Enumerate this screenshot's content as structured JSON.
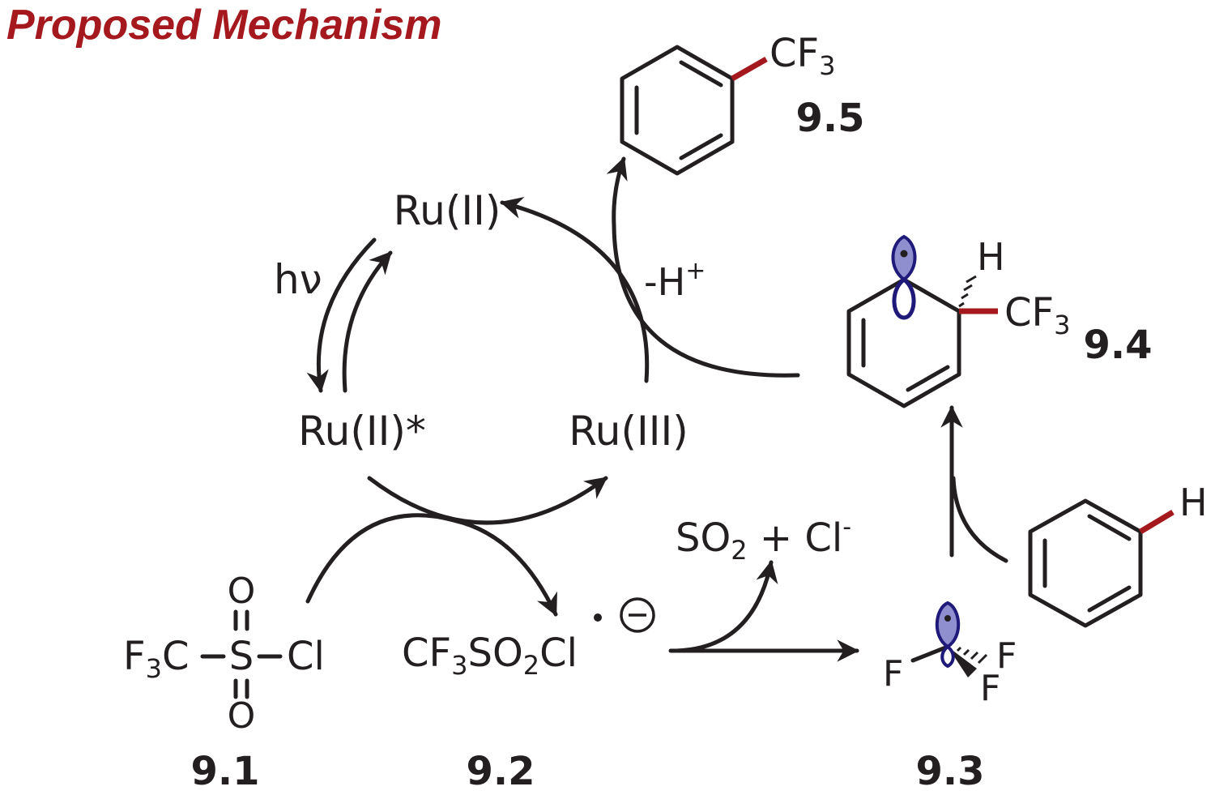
{
  "title": "Proposed Mechanism",
  "colors": {
    "accent": "#a5191e",
    "orbital": "#1f1a7a",
    "orbital_fill": "#8f8fd0",
    "ink": "#231f20"
  },
  "catalyst": {
    "ru2": "Ru(II)",
    "ru2_excited": "Ru(II)*",
    "ru3": "Ru(III)"
  },
  "light": "hν",
  "deprotonation": "-H",
  "deprotonation_charge": "+",
  "byproducts": "SO₂ + Cl⁻",
  "compounds": {
    "c91": {
      "label": "9.1",
      "left": "F₃C",
      "center": "S",
      "right": "Cl",
      "oxygen": "O"
    },
    "c92": {
      "label": "9.2",
      "formula": "CF₃SO₂Cl"
    },
    "c93": {
      "label": "9.3",
      "atom": "F"
    },
    "c94": {
      "label": "9.4",
      "h": "H",
      "cf3": "CF₃"
    },
    "c95": {
      "label": "9.5",
      "cf3": "CF₃"
    },
    "arene": {
      "h": "H"
    }
  }
}
